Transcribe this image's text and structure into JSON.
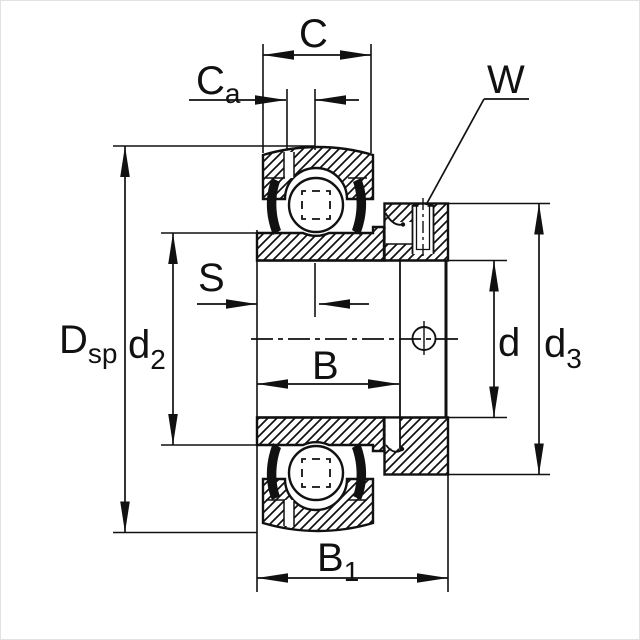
{
  "figure": {
    "type": "bearing cross-section technical drawing",
    "colors": {
      "line": "#111111",
      "background": "#ffffff"
    }
  },
  "labels": {
    "C": {
      "main": "C",
      "sub": ""
    },
    "Ca": {
      "main": "C",
      "sub": "a"
    },
    "W": {
      "main": "W",
      "sub": ""
    },
    "S": {
      "main": "S",
      "sub": ""
    },
    "Dsp": {
      "main": "D",
      "sub": "sp"
    },
    "d2": {
      "main": "d",
      "sub": "2"
    },
    "B": {
      "main": "B",
      "sub": ""
    },
    "d": {
      "main": "d",
      "sub": ""
    },
    "d3": {
      "main": "d",
      "sub": "3"
    },
    "B1": {
      "main": "B",
      "sub": "1"
    }
  }
}
